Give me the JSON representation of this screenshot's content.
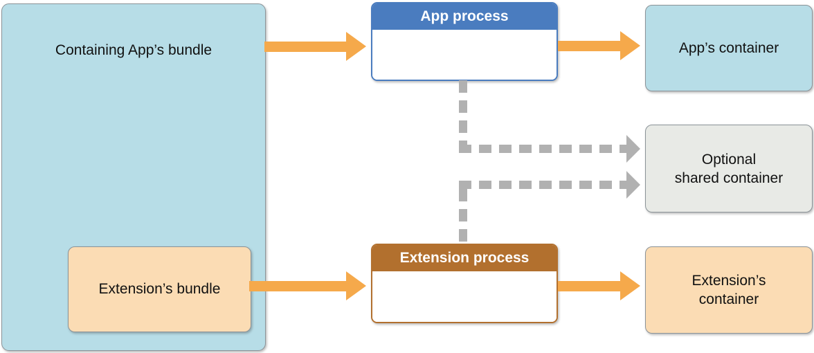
{
  "diagram": {
    "containing_app_bundle": {
      "label": "Containing App’s bundle"
    },
    "extension_bundle": {
      "label": "Extension’s bundle"
    },
    "app_process": {
      "title": "App process"
    },
    "extension_process": {
      "title": "Extension process"
    },
    "apps_container": {
      "label": "App’s container"
    },
    "shared_container": {
      "lines": [
        "Optional",
        "shared container"
      ]
    },
    "extensions_container": {
      "lines": [
        "Extension’s",
        "container"
      ]
    },
    "colors": {
      "panel_blue": "#b7dde7",
      "bundle_peach": "#fbdcb4",
      "process_header_blue": "#4a7cbf",
      "process_header_brown": "#b2702e",
      "shared_gray": "#e8eae6",
      "arrow_orange": "#f5a94b",
      "dash_gray": "#b1b1b1",
      "border_gray": "#8b9398"
    }
  }
}
